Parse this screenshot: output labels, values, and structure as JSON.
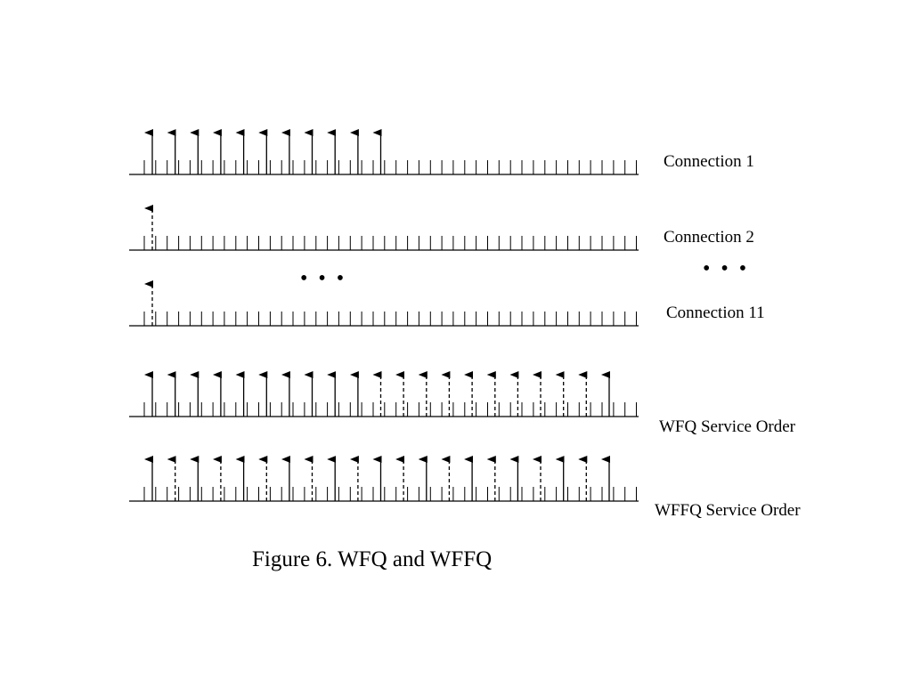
{
  "figure": {
    "caption": "Figure 6. WFQ and WFFQ",
    "ellipsis": "• • •",
    "timelines": [
      {
        "id": "connection-1",
        "label": "Connection 1",
        "solid_slots": [
          0,
          1,
          2,
          3,
          4,
          5,
          6,
          7,
          8,
          9,
          10
        ],
        "dashed_slots": []
      },
      {
        "id": "connection-2",
        "label": "Connection 2",
        "solid_slots": [],
        "dashed_slots": [
          0
        ]
      },
      {
        "id": "connection-11",
        "label": "Connection 11",
        "solid_slots": [],
        "dashed_slots": [
          0
        ]
      },
      {
        "id": "wfq-service-order",
        "label": "WFQ Service Order",
        "solid_slots": [
          0,
          1,
          2,
          3,
          4,
          5,
          6,
          7,
          8,
          9,
          20
        ],
        "dashed_slots": [
          10,
          11,
          12,
          13,
          14,
          15,
          16,
          17,
          18,
          19
        ]
      },
      {
        "id": "wffq-service-order",
        "label": "WFFQ Service Order",
        "solid_slots": [
          0,
          2,
          4,
          6,
          8,
          10,
          12,
          14,
          16,
          18,
          20
        ],
        "dashed_slots": [
          1,
          3,
          5,
          7,
          9,
          11,
          13,
          15,
          17,
          19
        ]
      }
    ]
  }
}
